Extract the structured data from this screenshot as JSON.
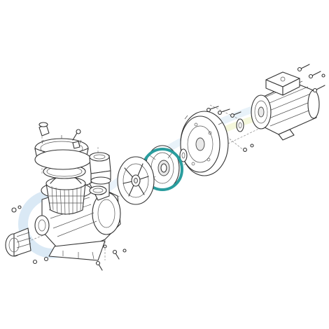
{
  "diagram": {
    "type": "exploded-assembly",
    "colors": {
      "line": "#333333",
      "background": "#ffffff",
      "highlight_ring": "#2a9d9e",
      "watermark_blue": "#bcd8ee",
      "watermark_yellow": "#eef3c0"
    },
    "highlighted_part": "impeller-seal-ring",
    "parts": [
      "motor",
      "motor-fan-cover",
      "motor-terminal-box",
      "motor-flange",
      "seal-plate",
      "impeller-seal-ring",
      "impeller",
      "diffuser",
      "pump-housing",
      "strainer-basket",
      "strainer-lid",
      "lid-locking-ring",
      "inlet-union",
      "outlet-union",
      "base-bolts",
      "flange-bolts"
    ]
  }
}
